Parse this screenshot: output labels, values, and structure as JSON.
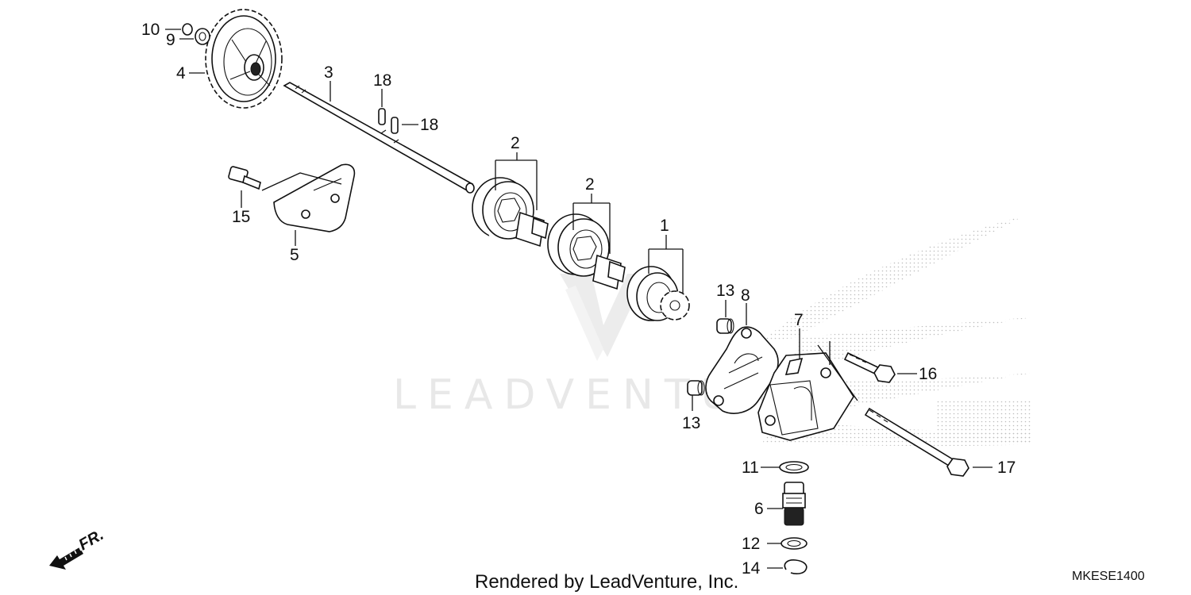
{
  "watermark": {
    "text": "LEADVENTURE"
  },
  "direction": {
    "label": "FR."
  },
  "footer": {
    "rendered_by": "Rendered by LeadVenture, Inc.",
    "diagram_code": "MKESE1400"
  },
  "callouts": {
    "c10": "10",
    "c9": "9",
    "c4": "4",
    "c3": "3",
    "c18a": "18",
    "c18b": "18",
    "c2a": "2",
    "c2b": "2",
    "c1": "1",
    "c15": "15",
    "c5": "5",
    "c13a": "13",
    "c8": "8",
    "c7": "7",
    "c16": "16",
    "c13b": "13",
    "c11": "11",
    "c17": "17",
    "c6": "6",
    "c12": "12",
    "c14": "14"
  }
}
